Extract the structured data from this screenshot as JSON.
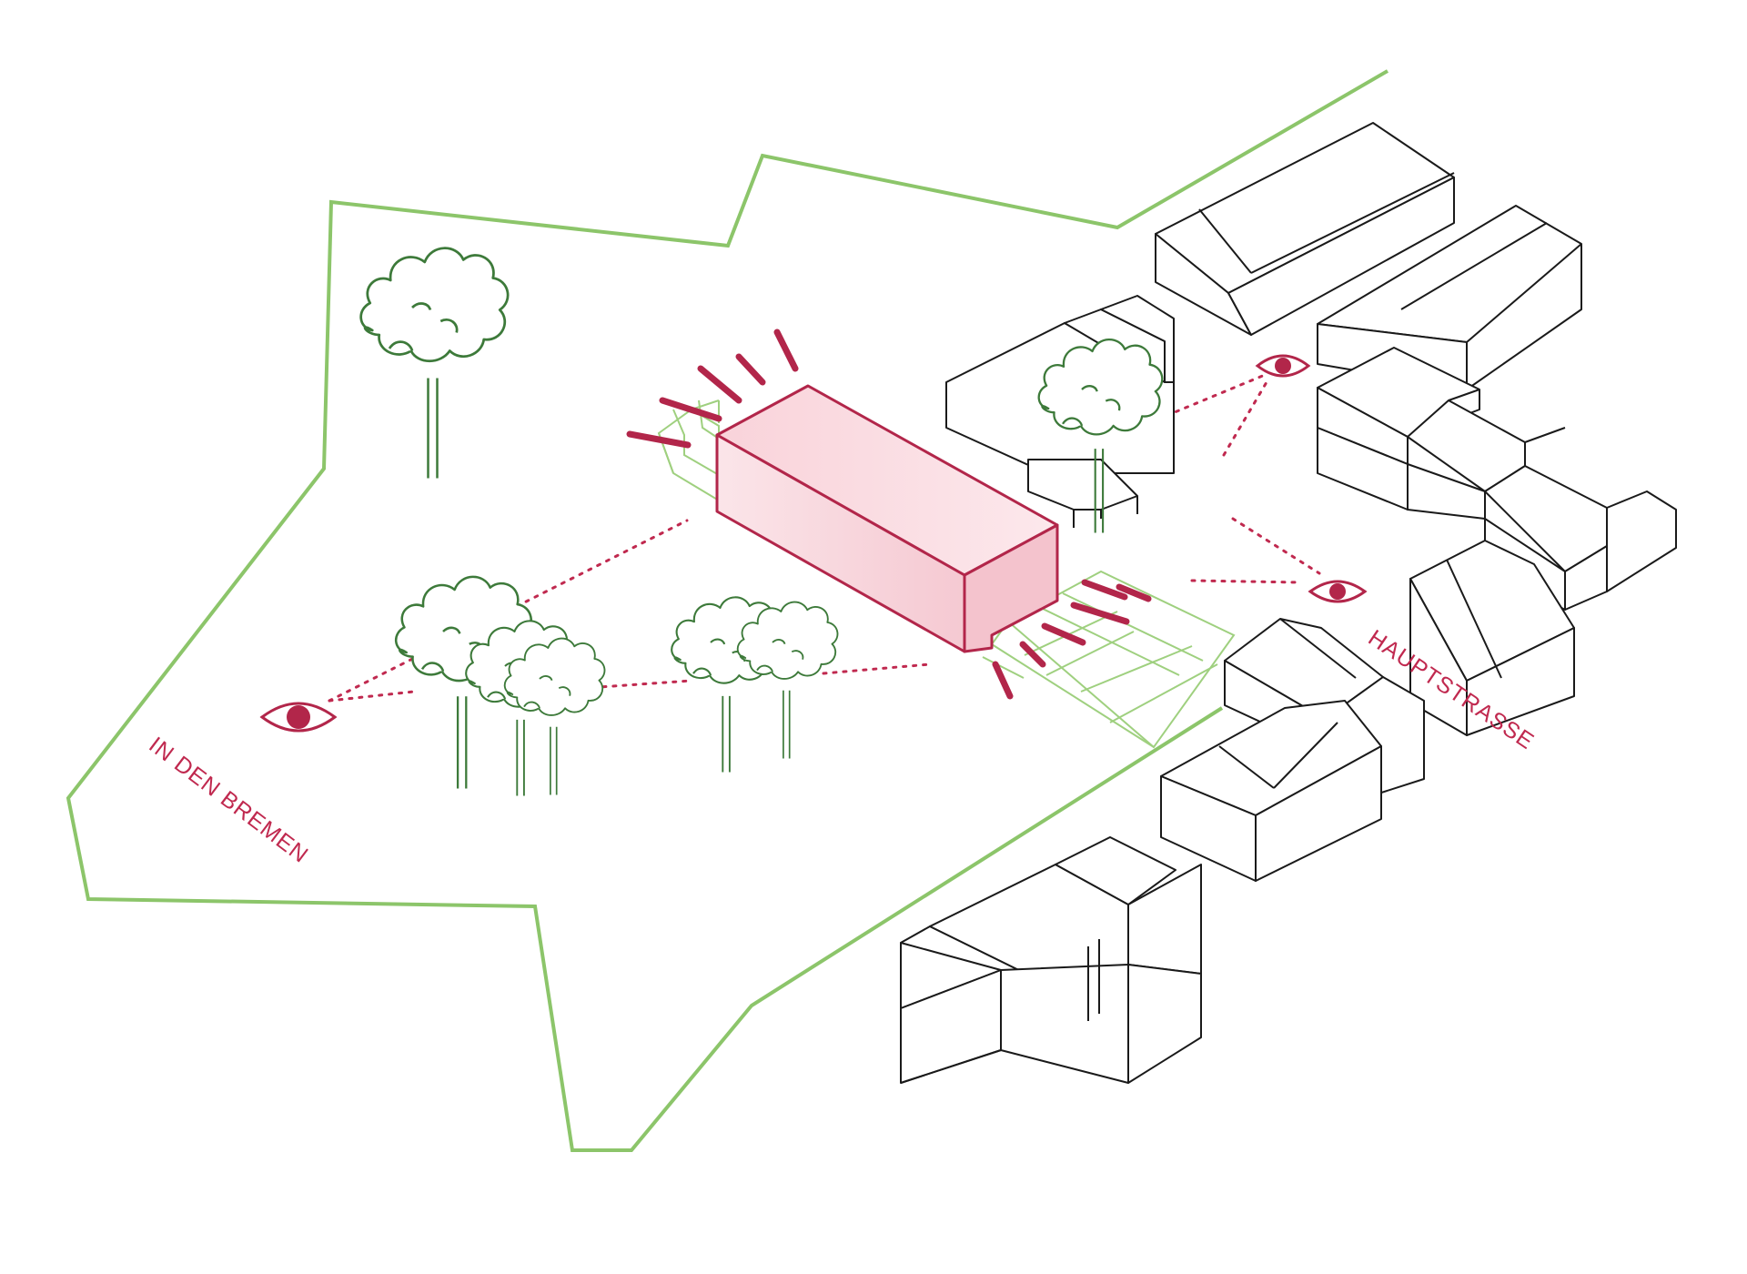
{
  "title": "Site axonometric – sight lines and new building",
  "labels": {
    "street_west": "IN DEN BREMEN",
    "street_east": "HAUPTSTRASSE"
  },
  "colors": {
    "site_boundary": "#8cc56a",
    "plaza_lines": "#9fd07f",
    "accent": "#b2264a",
    "tree": "#3d7a3a",
    "building_outline": "#1a1a1a"
  },
  "icons": [
    "eye-icon",
    "tree-icon"
  ]
}
